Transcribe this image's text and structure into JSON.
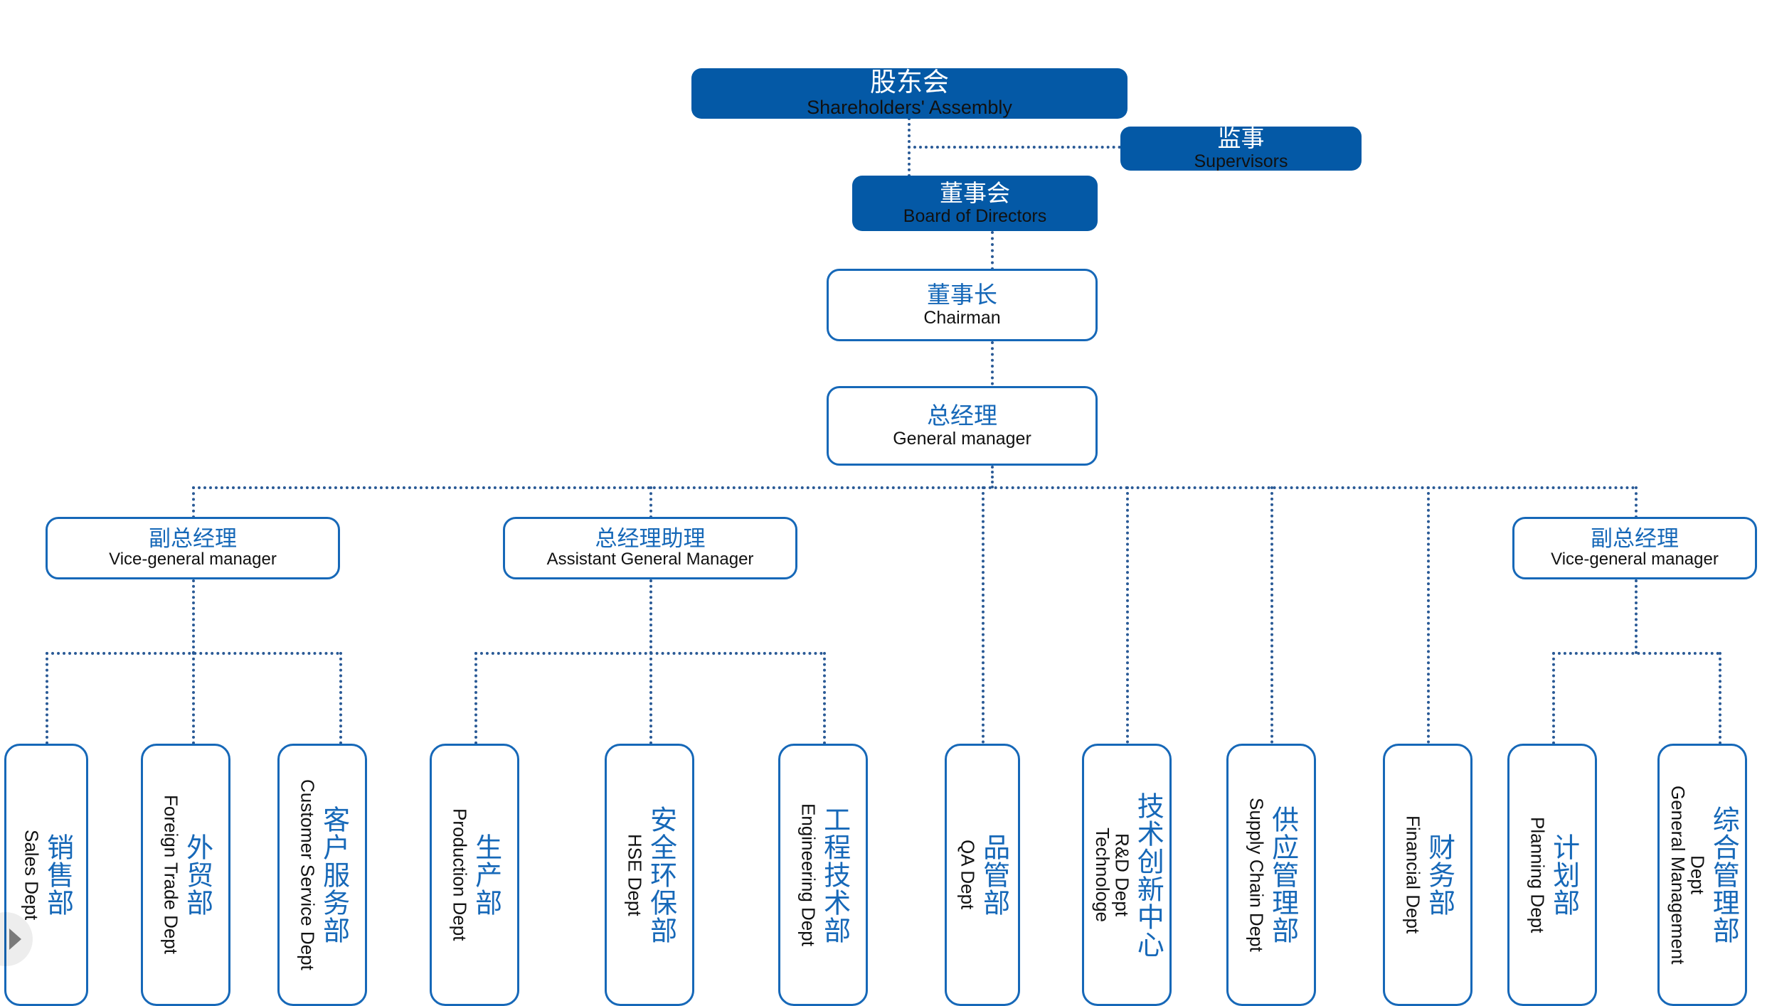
{
  "colors": {
    "fill_blue": "#0459A6",
    "outline_blue": "#1668B8",
    "connector_blue": "#2A5A96",
    "text_blue": "#1668B8",
    "text_black": "#111111",
    "text_white": "#ffffff",
    "background": "#ffffff"
  },
  "top": {
    "shareholders": {
      "cn": "股东会",
      "en": "Shareholders' Assembly"
    },
    "supervisors": {
      "cn": "监事",
      "en": "Supervisors"
    },
    "board": {
      "cn": "董事会",
      "en": "Board of Directors"
    },
    "chairman": {
      "cn": "董事长",
      "en": "Chairman"
    },
    "general_manager": {
      "cn": "总经理",
      "en": "General manager"
    }
  },
  "managers": [
    {
      "cn": "副总经理",
      "en": "Vice-general manager"
    },
    {
      "cn": "总经理助理",
      "en": "Assistant General Manager"
    },
    {
      "cn": "副总经理",
      "en": "Vice-general manager"
    }
  ],
  "departments": [
    {
      "cn": "销售部",
      "en": [
        "Sales Dept"
      ]
    },
    {
      "cn": "外贸部",
      "en": [
        "Foreign Trade Dept"
      ]
    },
    {
      "cn": "客户服务部",
      "en": [
        "Customer Service Dept"
      ]
    },
    {
      "cn": "生产部",
      "en": [
        "Production Dept"
      ]
    },
    {
      "cn": "安全环保部",
      "en": [
        "HSE Dept"
      ]
    },
    {
      "cn": "工程技术部",
      "en": [
        "Engineering Dept"
      ]
    },
    {
      "cn": "品管部",
      "en": [
        "QA Dept"
      ]
    },
    {
      "cn": "技术创新中心",
      "en": [
        "R&D Dept",
        "Technologe"
      ]
    },
    {
      "cn": "供应管理部",
      "en": [
        "Supply Chain Dept"
      ]
    },
    {
      "cn": "财务部",
      "en": [
        "Financial Dept"
      ]
    },
    {
      "cn": "计划部",
      "en": [
        "Planning  Dept"
      ]
    },
    {
      "cn": "综合管理部",
      "en": [
        "Dept",
        "General Management"
      ]
    }
  ],
  "nav": {
    "prev_icon": "chevron-right-icon"
  }
}
